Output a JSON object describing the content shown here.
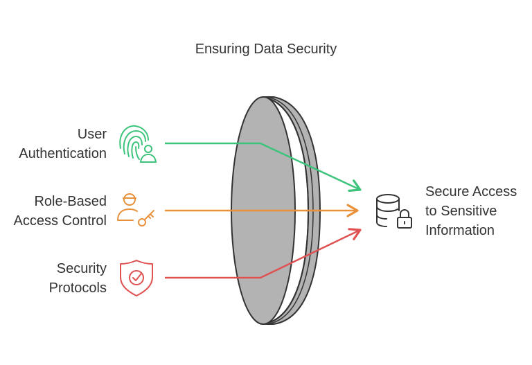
{
  "title": "Ensuring Data Security",
  "inputs": [
    {
      "line1": "User",
      "line2": "Authentication",
      "icon": "fingerprint-user-icon",
      "color": "#3cc47c"
    },
    {
      "line1": "Role-Based",
      "line2": "Access Control",
      "icon": "user-key-icon",
      "color": "#e8913a"
    },
    {
      "line1": "Security",
      "line2": "Protocols",
      "icon": "shield-check-icon",
      "color": "#e05252"
    }
  ],
  "output": {
    "line1": "Secure Access",
    "line2": "to Sensitive",
    "line3": "Information",
    "icon": "database-lock-icon",
    "color": "#333333"
  },
  "lens_color": "#b3b3b3",
  "stroke_color": "#333333"
}
